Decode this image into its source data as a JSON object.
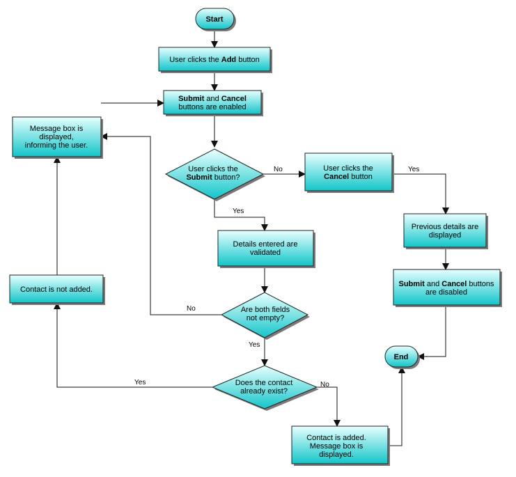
{
  "colors": {
    "box_fill_top": "#e8ffff",
    "box_fill_bottom": "#12c5c9",
    "border": "#222222",
    "shadow": "#7a7a7a",
    "line": "#111111"
  },
  "nodes": {
    "start": {
      "lines": [
        [
          {
            "t": "Start",
            "b": true
          }
        ]
      ]
    },
    "add": {
      "lines": [
        [
          {
            "t": "User clicks the "
          },
          {
            "t": "Add",
            "b": true
          },
          {
            "t": " button"
          }
        ]
      ]
    },
    "enabled": {
      "lines": [
        [
          {
            "t": "Submit",
            "b": true
          },
          {
            "t": " and "
          },
          {
            "t": "Cancel",
            "b": true
          }
        ],
        [
          {
            "t": "buttons are enabled"
          }
        ]
      ]
    },
    "msgbox": {
      "lines": [
        [
          {
            "t": "Message box is"
          }
        ],
        [
          {
            "t": "displayed,"
          }
        ],
        [
          {
            "t": "informing the user."
          }
        ]
      ]
    },
    "submit_q": {
      "lines": [
        [
          {
            "t": "User clicks the"
          }
        ],
        [
          {
            "t": "Submit",
            "b": true
          },
          {
            "t": " button?"
          }
        ]
      ]
    },
    "cancel": {
      "lines": [
        [
          {
            "t": "User clicks the"
          }
        ],
        [
          {
            "t": "Cancel",
            "b": true
          },
          {
            "t": " button"
          }
        ]
      ]
    },
    "previous": {
      "lines": [
        [
          {
            "t": "Previous details are"
          }
        ],
        [
          {
            "t": "displayed"
          }
        ]
      ]
    },
    "validated": {
      "lines": [
        [
          {
            "t": "Details entered are"
          }
        ],
        [
          {
            "t": "validated"
          }
        ]
      ]
    },
    "disabled": {
      "lines": [
        [
          {
            "t": "Submit",
            "b": true
          },
          {
            "t": " and "
          },
          {
            "t": "Cancel",
            "b": true
          },
          {
            "t": " buttons"
          }
        ],
        [
          {
            "t": "are disabled"
          }
        ]
      ]
    },
    "not_added": {
      "lines": [
        [
          {
            "t": "Contact is not added."
          }
        ]
      ]
    },
    "empty_q": {
      "lines": [
        [
          {
            "t": "Are both fields"
          }
        ],
        [
          {
            "t": "not empty?"
          }
        ]
      ]
    },
    "end": {
      "lines": [
        [
          {
            "t": "End",
            "b": true
          }
        ]
      ]
    },
    "exist_q": {
      "lines": [
        [
          {
            "t": "Does the contact"
          }
        ],
        [
          {
            "t": "already exist?"
          }
        ]
      ]
    },
    "added": {
      "lines": [
        [
          {
            "t": "Contact is added."
          }
        ],
        [
          {
            "t": "Message box is"
          }
        ],
        [
          {
            "t": "displayed."
          }
        ]
      ]
    }
  },
  "edge_labels": {
    "submit_no": "No",
    "submit_yes": "Yes",
    "cancel_yes": "Yes",
    "empty_no": "No",
    "empty_yes": "Yes",
    "exist_yes": "Yes",
    "exist_no": "No"
  }
}
